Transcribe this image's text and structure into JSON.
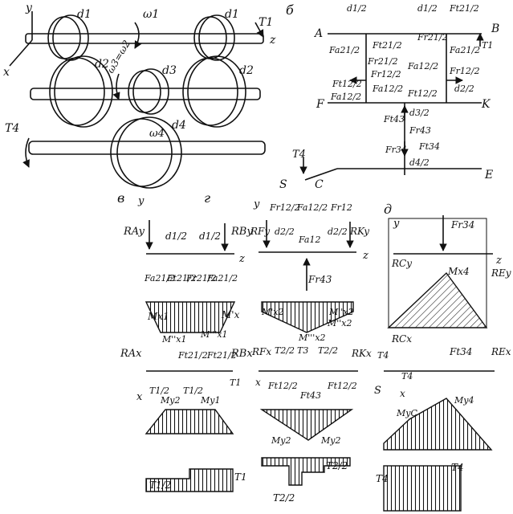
{
  "panels": {
    "b": {
      "label": "б",
      "points": [
        "A",
        "B",
        "F",
        "K"
      ],
      "labels": [
        "d1/2",
        "d1/2",
        "Ft21/2",
        "Ft21/2",
        "Fa21/2",
        "Fr21/2",
        "Fa21/2",
        "Fr21/2",
        "Fa12/2",
        "Ft12/2",
        "Fr12/2",
        "d2/2",
        "Fa12/2",
        "Fr12/2",
        "Ft12/2",
        "Fa12/2",
        "d3/2",
        "Ft43",
        "Fr43",
        "Fr34",
        "Ft34",
        "d4/2",
        "T1"
      ]
    },
    "v": {
      "label": "в",
      "points": [
        "S",
        "C",
        "E"
      ],
      "torque": "T4"
    },
    "g": {
      "label": "г"
    },
    "d": {
      "label": "д"
    }
  },
  "mechanism": {
    "axes": [
      "y",
      "x",
      "z"
    ],
    "labels": [
      "d1",
      "ω1",
      "d1",
      "T1",
      "d2",
      "ω3=ω2",
      "d3",
      "d2",
      "T4",
      "ω4",
      "d4"
    ]
  },
  "shaft1": {
    "vertical": {
      "labels": [
        "y",
        "RAy",
        "d1/2",
        "d1/2",
        "RBy",
        "z",
        "Fa21/2",
        "Ft21/2",
        "Fr21/2",
        "Fa21/2",
        "Mx1",
        "M'x"
      ]
    },
    "horizontal": {
      "labels": [
        "RAx",
        "M''x1",
        "M'''x1",
        "Ft21/2",
        "Ft21/2",
        "RBx",
        "T1/2",
        "T1/2",
        "T1",
        "x",
        "My2",
        "My1"
      ],
      "torque_labels": [
        "T1/2",
        "T1"
      ]
    }
  },
  "shaft2": {
    "vertical": {
      "labels": [
        "y",
        "Fr12/2",
        "Fa12/2",
        "Fr12",
        "RFy",
        "d2/2",
        "Fa12",
        "d2/2",
        "RKy",
        "z",
        "Fr43",
        "M'x2",
        "M''x2",
        "M'''x2",
        "M''x2"
      ]
    },
    "horizontal": {
      "labels": [
        "RFx",
        "T2/2",
        "T3",
        "T2/2",
        "RKx",
        "x",
        "Ft12/2",
        "Ft43",
        "Ft12/2",
        "My2",
        "My2"
      ],
      "torque_labels": [
        "T2/2",
        "T2/2"
      ]
    }
  },
  "shaft3": {
    "vertical": {
      "labels": [
        "y",
        "Fr34",
        "RCy",
        "Mx4",
        "z",
        "REy"
      ]
    },
    "horizontal": {
      "labels": [
        "RCx",
        "T4",
        "Ft34",
        "REx",
        "S",
        "x",
        "T4",
        "MyC",
        "My4"
      ],
      "torque_labels": [
        "T4",
        "T4"
      ]
    }
  }
}
